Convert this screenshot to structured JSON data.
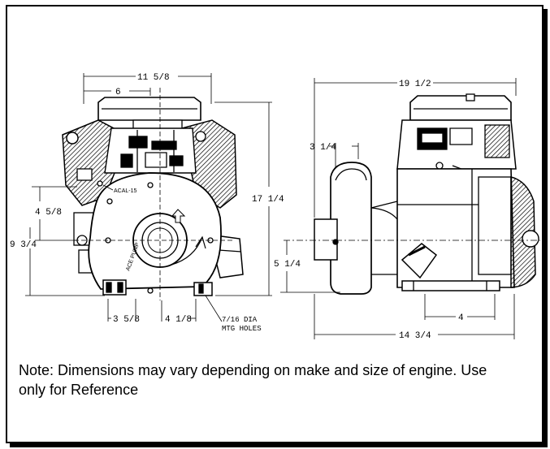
{
  "front_view": {
    "dim_overall_width": "11 5/8",
    "dim_half_width": "6",
    "dim_height": "17 1/4",
    "dim_lower_height": "9 3/4",
    "dim_side_height": "4 5/8",
    "dim_bottom_left": "3 5/8",
    "dim_bottom_right": "4 1/8",
    "mount_note_line1": "7/16 DIA",
    "mount_note_line2": "MTG HOLES",
    "pump_label": "ACE PUMP",
    "part_label": "ACAL-15"
  },
  "side_view": {
    "dim_overall_length": "19 1/2",
    "dim_pump_offset": "3 1/4",
    "dim_shaft_height": "5 1/4",
    "dim_base": "4",
    "dim_length": "14 3/4"
  },
  "note": "Note:  Dimensions may vary depending on make and size of engine.  Use only for Reference"
}
